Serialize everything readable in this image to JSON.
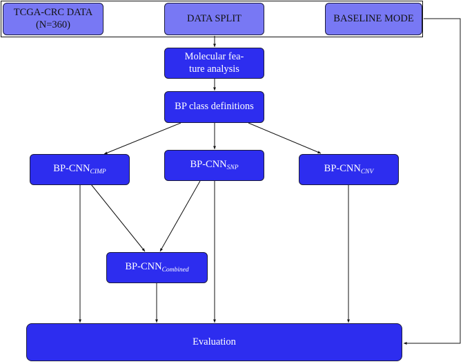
{
  "top_row": {
    "tcga": {
      "line1": "TCGA-CRC DATA",
      "line2": "(N=360)"
    },
    "split": "DATA SPLIT",
    "baseline": "BASELINE MODE"
  },
  "pipeline": {
    "molecular": {
      "line1": "Molecular fea-",
      "line2": "ture analysis"
    },
    "bp_defs": "BP class definitions"
  },
  "models": {
    "cimp": {
      "base": "BP-CNN",
      "sub": "CIMP"
    },
    "snp": {
      "base": "BP-CNN",
      "sub": "SNP"
    },
    "cnv": {
      "base": "BP-CNN",
      "sub": "CNV"
    },
    "combined": {
      "base": "BP-CNN",
      "sub": "Combined"
    }
  },
  "evaluation": "Evaluation",
  "colors": {
    "light_node": "#7878f4",
    "dark_node": "#2d2def",
    "edge": "#111111"
  }
}
